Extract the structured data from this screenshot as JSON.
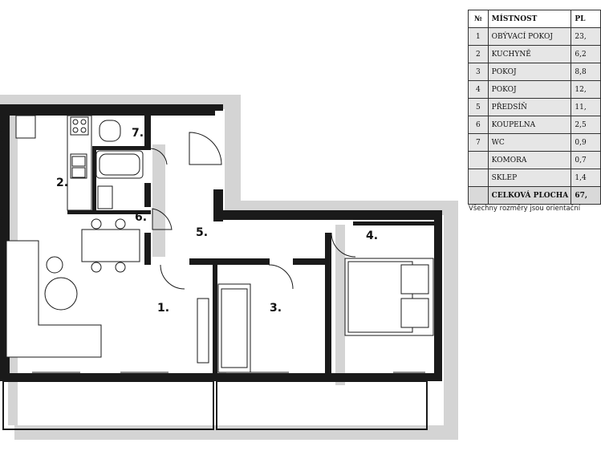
{
  "rooms_labels": [
    "1.",
    "2.",
    "3.",
    "4.",
    "5.",
    "6.",
    "7."
  ],
  "table": {
    "headers": [
      "№",
      "MÍSTNOST",
      "PL"
    ],
    "rows": [
      {
        "no": "1",
        "name": "OBÝVACÍ POKOJ",
        "area": "23,"
      },
      {
        "no": "2",
        "name": "KUCHYNĚ",
        "area": "6,2"
      },
      {
        "no": "3",
        "name": "POKOJ",
        "area": "8,8"
      },
      {
        "no": "4",
        "name": "POKOJ",
        "area": "12,"
      },
      {
        "no": "5",
        "name": "PŘEDSÍŇ",
        "area": "11,"
      },
      {
        "no": "6",
        "name": "KOUPELNA",
        "area": "2,5"
      },
      {
        "no": "7",
        "name": "WC",
        "area": "0,9"
      },
      {
        "no": "",
        "name": "KOMORA",
        "area": "0,7"
      },
      {
        "no": "",
        "name": "SKLEP",
        "area": "1,4"
      }
    ],
    "total": {
      "no": "",
      "name": "CELKOVÁ PLOCHA",
      "area": "67,"
    }
  },
  "note": "Všechny rozměry jsou orientační",
  "colors": {
    "wall": "#1a1a1a",
    "shadow": "#d4d4d4",
    "row_shade": "#e6e6e6",
    "total_shade": "#d9d9d9"
  }
}
